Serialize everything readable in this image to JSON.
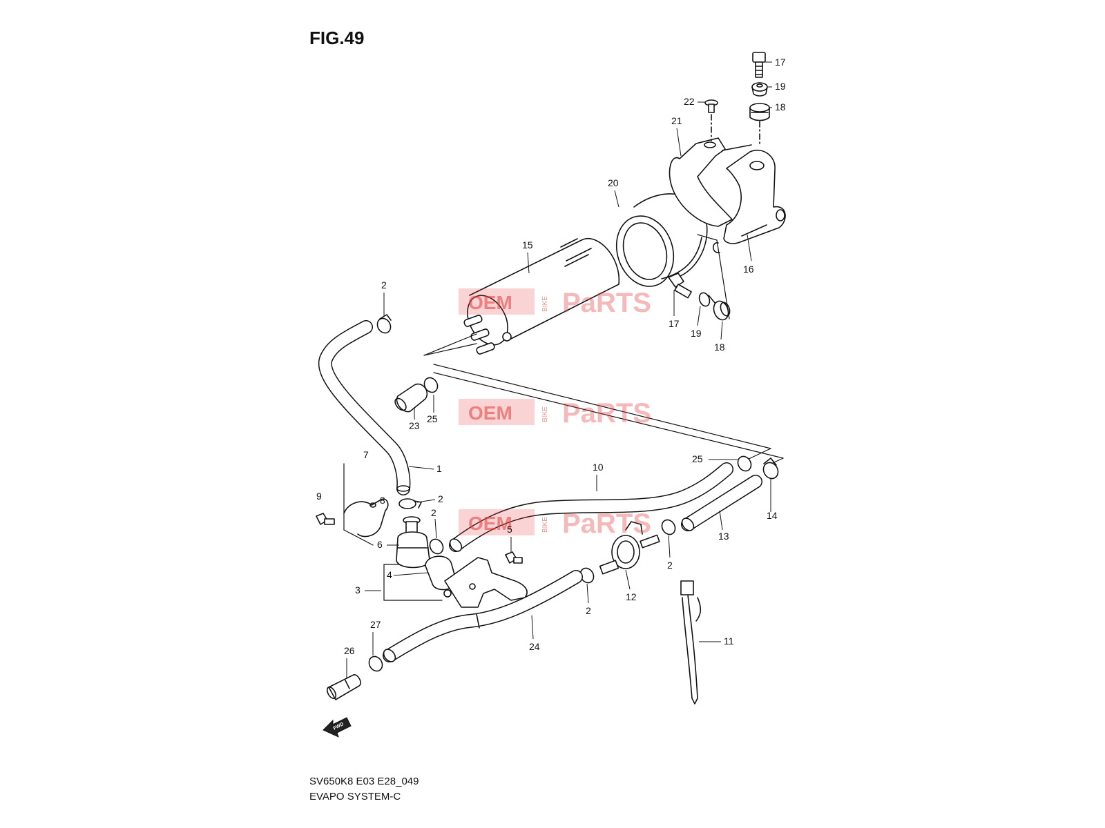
{
  "figure": {
    "title": "FIG.49",
    "code": "SV650K8 E03 E28_049",
    "name": "EVAPO SYSTEM-C",
    "fwd_label": "FWD"
  },
  "watermark": {
    "left": "OEM",
    "middle": "BIKE",
    "right": "PaRTS",
    "color": "#e63a3a"
  },
  "callouts": [
    "1",
    "2",
    "3",
    "4",
    "5",
    "6",
    "7",
    "8",
    "9",
    "10",
    "11",
    "12",
    "13",
    "14",
    "15",
    "16",
    "17",
    "18",
    "19",
    "20",
    "21",
    "22",
    "23",
    "24",
    "25",
    "26",
    "27"
  ],
  "colors": {
    "line": "#111111",
    "background": "#ffffff"
  }
}
